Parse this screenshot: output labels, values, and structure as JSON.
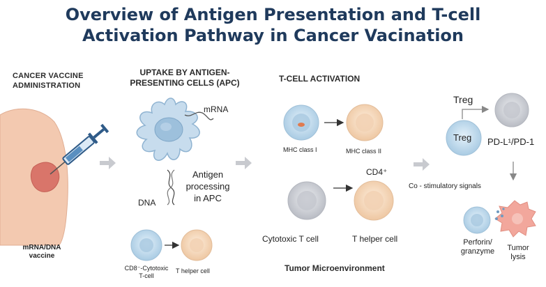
{
  "title": {
    "line1": "Overview of Antigen Presentation and T-cell",
    "line2": "Activation Pathway in Cancer Vacination"
  },
  "vaccine_section": {
    "heading_line1": "CANCER VACCINE",
    "heading_line2": "ADMINISTRATION",
    "caption_line1": "mRNA/DNA",
    "caption_line2": "vaccine"
  },
  "apc_section": {
    "heading_line1": "UPTAKE BY ANTIGEN-",
    "heading_line2": "PRESENTING CELLS (APC)",
    "mrna_label": "mRNA",
    "dna_label": "DNA",
    "processing_line1": "Antigen",
    "processing_line2": "processing",
    "processing_line3": "in APC",
    "cd8_line1": "CD8⁻-Cytotoxic",
    "cd8_line2": "T-cell",
    "t_helper_small": "T helper cell"
  },
  "tcell_section": {
    "heading": "T-CELL ACTIVATION",
    "mhc1": "MHC class I",
    "mhc2": "MHC class II",
    "cd4": "CD4⁺",
    "cytotoxic": "Cytotoxic T cell",
    "t_helper": "T helper cell",
    "microenv": "Tumor Microenvironment"
  },
  "tumor_section": {
    "treg_top": "Treg",
    "treg_cell": "Treg",
    "pdl1": "PD-L¹/PD-1",
    "costim": "Co - stimulatory signals",
    "perforin_line1": "Perforin/",
    "perforin_line2": "granzyme",
    "lysis_line1": "Tumor",
    "lysis_line2": "lysis"
  },
  "colors": {
    "title": "#1f3a5c",
    "skin": "#f3c9b0",
    "tumor": "#d9756a",
    "apc": "#b9d3e6",
    "blue_cell": "#c6dff0",
    "peach_cell": "#f6dcc2",
    "gray_cell": "#d7d8dd",
    "tumor_cell": "#f2a79c",
    "arrow": "#c8cacf"
  }
}
